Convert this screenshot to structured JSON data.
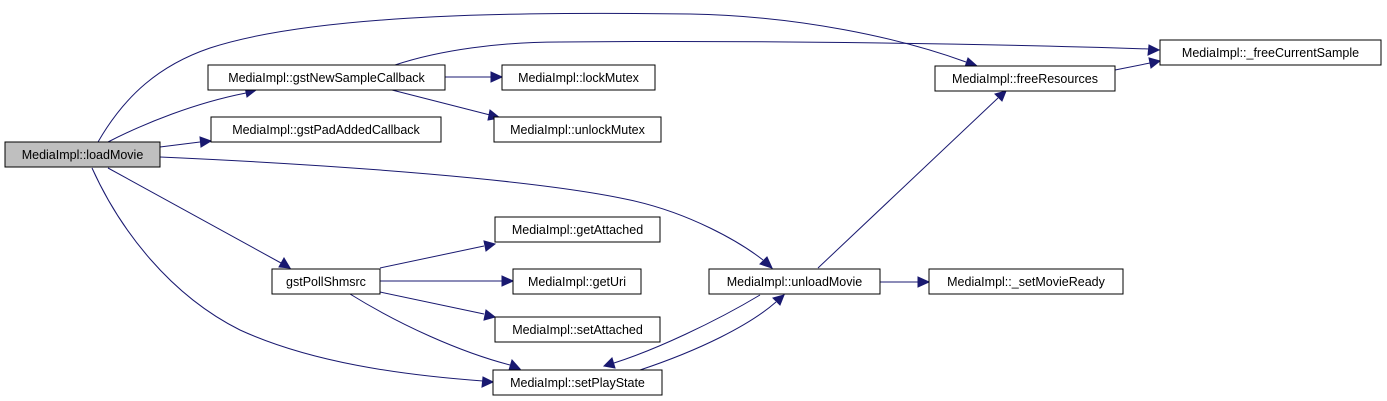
{
  "colors": {
    "edge": "#191970",
    "node_fill": "#ffffff",
    "node_highlight_fill": "#bfbfbf",
    "node_border": "#000000"
  },
  "nodes": {
    "loadMovie": "MediaImpl::loadMovie",
    "gstNewSampleCallback": "MediaImpl::gstNewSampleCallback",
    "gstPadAddedCallback": "MediaImpl::gstPadAddedCallback",
    "lockMutex": "MediaImpl::lockMutex",
    "unlockMutex": "MediaImpl::unlockMutex",
    "freeResources": "MediaImpl::freeResources",
    "freeCurrentSample": "MediaImpl::_freeCurrentSample",
    "getAttached": "MediaImpl::getAttached",
    "gstPollShmsrc": "gstPollShmsrc",
    "getUri": "MediaImpl::getUri",
    "setAttached": "MediaImpl::setAttached",
    "setPlayState": "MediaImpl::setPlayState",
    "unloadMovie": "MediaImpl::unloadMovie",
    "setMovieReady": "MediaImpl::_setMovieReady"
  }
}
